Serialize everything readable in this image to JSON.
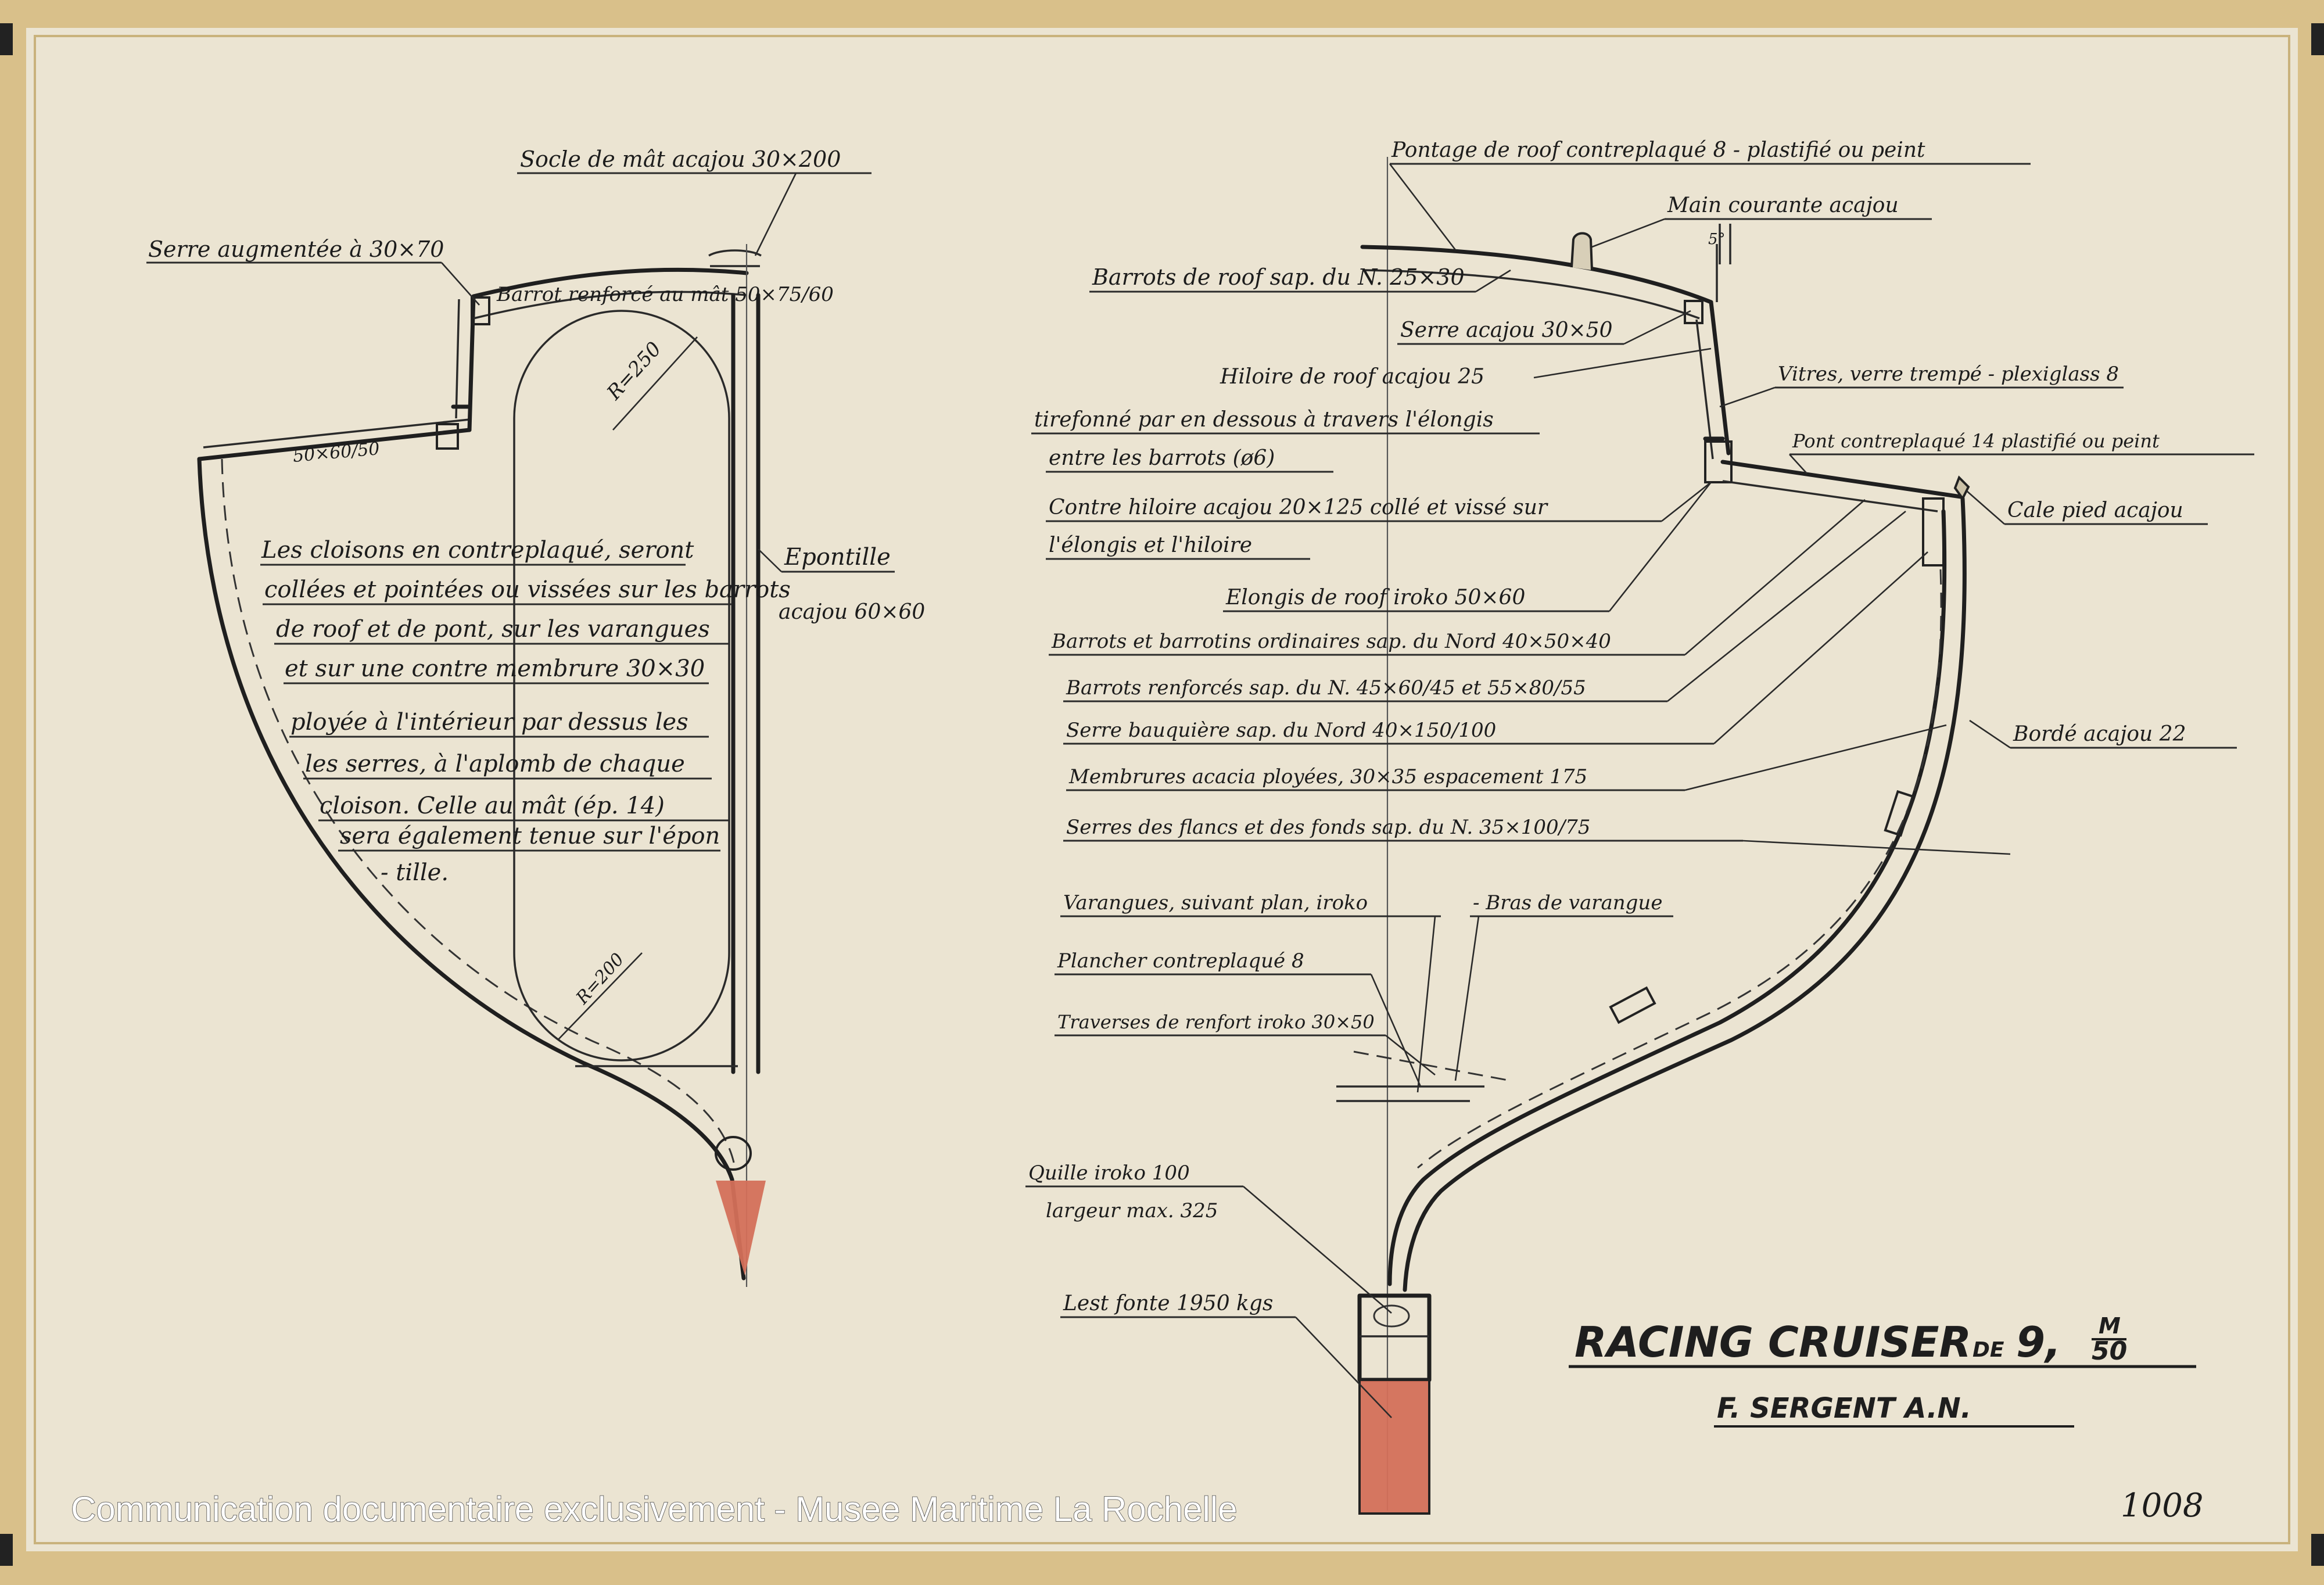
{
  "title": {
    "main": "RACING CRUISER",
    "de": "DE",
    "size": "9,",
    "unit_top": "M",
    "unit_bottom": "50",
    "author": "F. SERGENT A.N."
  },
  "plan_number": "1008",
  "watermark": "Communication documentaire exclusivement - Musee Maritime La Rochelle",
  "colors": {
    "paper": "#ebe4d2",
    "border": "#d9c08a",
    "ink": "#1f1f1f",
    "lead_ballast": "#d4705a"
  },
  "left": {
    "socle": "Socle de mât acajou 30×200",
    "serre_aug": "Serre augmentée à 30×70",
    "barrot_renf": "Barrot renforcé au mât 50×75/60",
    "r250": "R=250",
    "dim_50": "50×60/50",
    "epontille": "Epontille",
    "epontille_2": "acajou 60×60",
    "r200": "R=200",
    "note": [
      "Les cloisons en contreplaqué, seront",
      "collées et pointées ou vissées sur les barrots",
      "de roof et de pont, sur les varangues",
      "et sur une contre membrure 30×30",
      "ployée à l'intérieur par dessus les",
      "les serres, à l'aplomb de chaque",
      "cloison. Celle au mât (ép. 14)",
      "sera également tenue sur l'épon",
      "- tille."
    ]
  },
  "right": {
    "pontage": "Pontage de roof contreplaqué 8 - plastifié ou peint",
    "main_courante": "Main courante acajou",
    "angle": "5°",
    "barrots_roof": "Barrots de roof sap. du N. 25×30",
    "serre_acajou": "Serre acajou 30×50",
    "hiloire_roof": "Hiloire de roof acajou 25",
    "tirefonne": "tirefonné par en dessous à travers l'élongis",
    "entre": "entre les barrots (ø6)",
    "vitres": "Vitres, verre trempé - plexiglass 8",
    "pont": "Pont contreplaqué 14 plastifié ou peint",
    "contre_hiloire": "Contre hiloire acajou 20×125 collé et vissé sur",
    "contre_hiloire_2": "l'élongis et l'hiloire",
    "cale_pied": "Cale pied acajou",
    "elongis": "Elongis de roof iroko 50×60",
    "barrots_ord": "Barrots et barrotins ordinaires sap. du Nord 40×50×40",
    "barrots_renf": "Barrots renforcés sap. du N. 45×60/45 et 55×80/55",
    "serre_bauq": "Serre bauquière sap. du Nord 40×150/100",
    "borde": "Bordé acajou 22",
    "membrures": "Membrures acacia ployées, 30×35 espacement 175",
    "serres_flancs": "Serres des flancs et des fonds sap. du N. 35×100/75",
    "varangues": "Varangues, suivant plan, iroko",
    "bras": "- Bras de varangue",
    "plancher": "Plancher contreplaqué 8",
    "traverses": "Traverses de renfort iroko 30×50",
    "quille": "Quille iroko 100",
    "quille_2": "largeur max. 325",
    "lest": "Lest fonte 1950 kgs"
  }
}
